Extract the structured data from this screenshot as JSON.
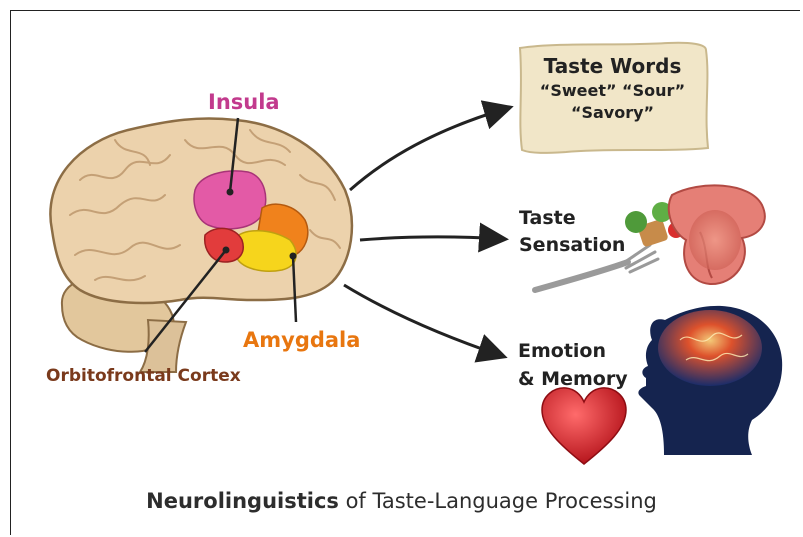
{
  "regions": {
    "insula": "Insula",
    "amygdala": "Amygdala",
    "ofc": "Orbitofrontal Cortex"
  },
  "outputs": {
    "words_title": "Taste Words",
    "words_line1": "“Sweet” “Sour”",
    "words_line2": "“Savory”",
    "sensation_line1": "Taste",
    "sensation_line2": "Sensation",
    "emotion_line1": "Emotion",
    "emotion_line2": "& Memory"
  },
  "title": {
    "bold": "Neurolinguistics",
    "rest": " of Taste-Language Processing"
  },
  "colors": {
    "insula": "#e35aa6",
    "amygdala": "#f6d51c",
    "ofc": "#e23c3c",
    "orange": "#f0821c",
    "brain": "#ecd2ac",
    "heart": "#d8141e"
  }
}
